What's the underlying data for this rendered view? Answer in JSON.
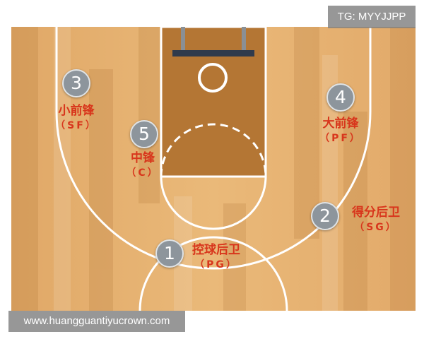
{
  "watermark_top": "TG: MYYJJPP",
  "watermark_bottom": "www.huangguantiyucrown.com",
  "colors": {
    "floor": "#e6b274",
    "paint": "#b47634",
    "lines": "#ffffff",
    "marker": "#8d959c",
    "label": "#d8361c"
  },
  "positions": [
    {
      "number": "1",
      "name": "控球后卫",
      "abbr": "（PG）"
    },
    {
      "number": "2",
      "name": "得分后卫",
      "abbr": "（SG）"
    },
    {
      "number": "3",
      "name": "小前锋",
      "abbr": "（SF）"
    },
    {
      "number": "4",
      "name": "大前锋",
      "abbr": "（PF）"
    },
    {
      "number": "5",
      "name": "中锋",
      "abbr": "（C）"
    }
  ]
}
